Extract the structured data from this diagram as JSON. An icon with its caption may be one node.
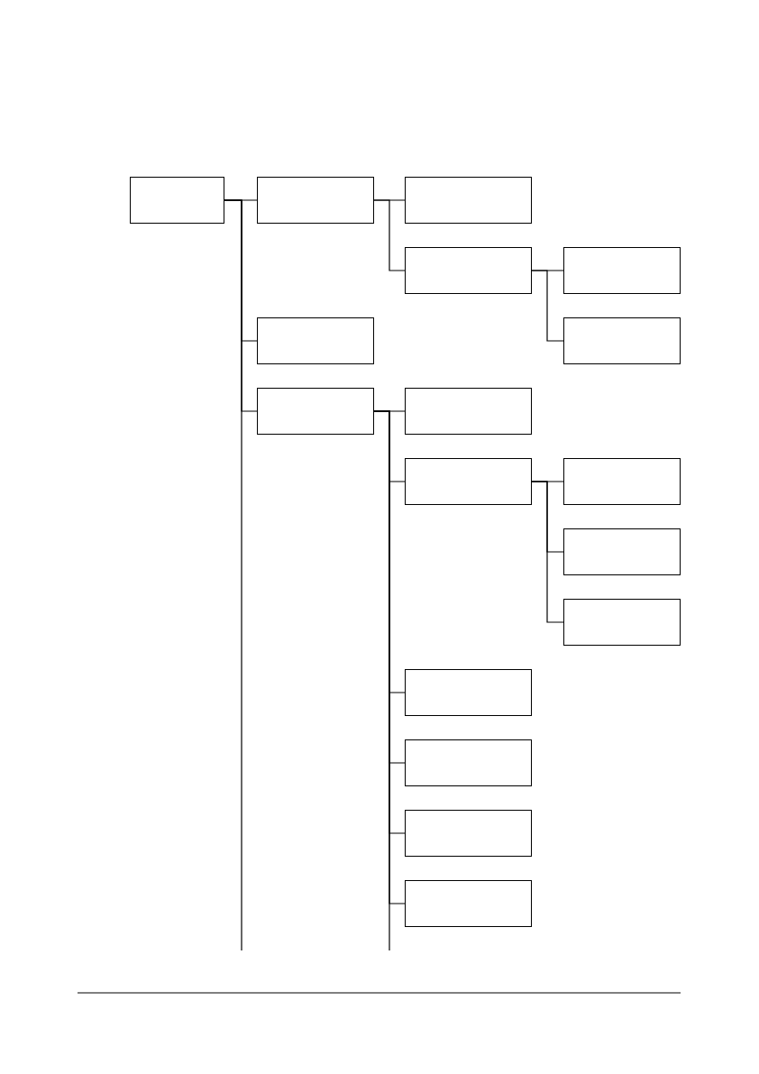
{
  "diagram": {
    "nodes": [
      {
        "text": [],
        "shape": "box"
      },
      {
        "text": [],
        "shape": "box"
      },
      {
        "text": [],
        "shape": "box"
      },
      {
        "text": [],
        "shape": "box"
      },
      {
        "text": [],
        "shape": "box"
      },
      {
        "text": [],
        "shape": "box"
      },
      {
        "text": [],
        "shape": "box"
      },
      {
        "text": [],
        "shape": "box"
      },
      {
        "text": [],
        "shape": "box"
      },
      {
        "text": [],
        "shape": "box"
      },
      {
        "text": [],
        "shape": "box"
      },
      {
        "text": [],
        "shape": "box"
      },
      {
        "text": [],
        "shape": "box"
      },
      {
        "text": [],
        "shape": "box"
      },
      {
        "text": [],
        "shape": "box"
      },
      {
        "text": [],
        "shape": "box"
      },
      {
        "text": [],
        "shape": "box"
      }
    ],
    "edges": [
      {
        "from": 0,
        "to": 1,
        "arrow": "none"
      },
      {
        "from": 1,
        "to": 2,
        "arrow": "none"
      },
      {
        "from": 1,
        "to": 3,
        "arrow": "none"
      },
      {
        "from": 3,
        "to": 4,
        "arrow": "none"
      },
      {
        "from": 3,
        "to": 5,
        "arrow": "none"
      },
      {
        "from": 0,
        "to": 6,
        "arrow": "none"
      },
      {
        "from": 0,
        "to": 7,
        "arrow": "none"
      },
      {
        "from": 7,
        "to": 8,
        "arrow": "none"
      },
      {
        "from": 7,
        "to": 9,
        "arrow": "none"
      },
      {
        "from": 9,
        "to": 10,
        "arrow": "none"
      },
      {
        "from": 9,
        "to": 11,
        "arrow": "none"
      },
      {
        "from": 9,
        "to": 12,
        "arrow": "none"
      },
      {
        "from": 7,
        "to": 13,
        "arrow": "none"
      },
      {
        "from": 7,
        "to": 14,
        "arrow": "none"
      },
      {
        "from": 7,
        "to": 15,
        "arrow": "none"
      },
      {
        "from": 7,
        "to": 16,
        "arrow": "none"
      },
      {
        "from": 0,
        "to": null,
        "arrow": "none"
      },
      {
        "from": 7,
        "to": null,
        "arrow": "none"
      }
    ]
  }
}
